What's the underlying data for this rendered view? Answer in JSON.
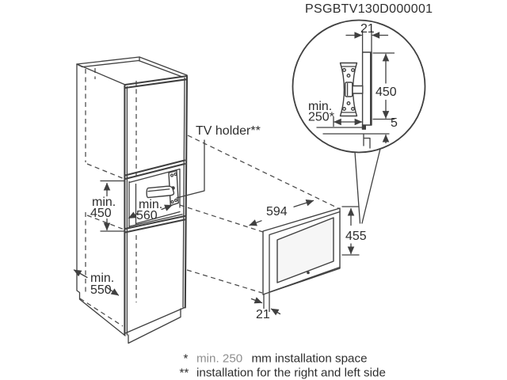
{
  "title": "PSGBTV130D000001",
  "diagram": {
    "tv_holder_label": "TV holder**",
    "detail": {
      "thickness": "21",
      "height": "450",
      "gap": "5",
      "min_space_l1": "min.",
      "min_space_l2": "250*"
    },
    "cabinet": {
      "niche_height_l1": "min.",
      "niche_height_l2": "450",
      "niche_width_l1": "min.",
      "niche_width_l2": "560",
      "depth_l1": "min.",
      "depth_l2": "550"
    },
    "tv": {
      "width": "594",
      "height": "455",
      "depth": "21"
    }
  },
  "footnotes": {
    "first_marker": "*",
    "first_gray": "min. 250",
    "first_rest": "mm installation space",
    "second_marker": "**",
    "second_text": "installation for the right and left side"
  },
  "colors": {
    "ink": "#404040",
    "text": "#2e2e2e",
    "muted": "#8f8f8f",
    "background": "#ffffff"
  }
}
